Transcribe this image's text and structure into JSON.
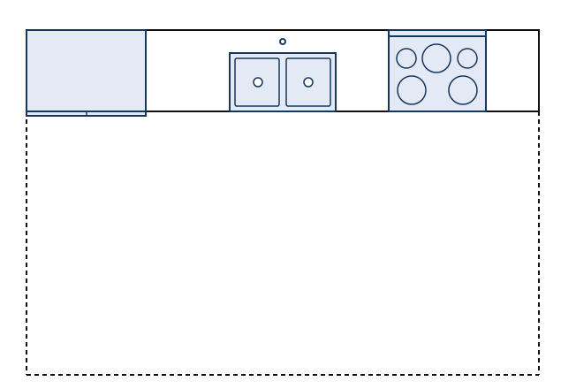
{
  "diagram": {
    "type": "kitchen-floor-plan",
    "layout": "single-wall",
    "elements": [
      "refrigerator",
      "countertop",
      "double-sink",
      "faucet",
      "cooktop"
    ],
    "cooktop_burners": 5,
    "sink_bowls": 2,
    "room_boundary": "dashed"
  },
  "colors": {
    "stroke": "#16365c",
    "fill_light": "#e3eaf6",
    "counter_fill": "#ffffff",
    "outline": "#111111",
    "background": "#ffffff"
  }
}
